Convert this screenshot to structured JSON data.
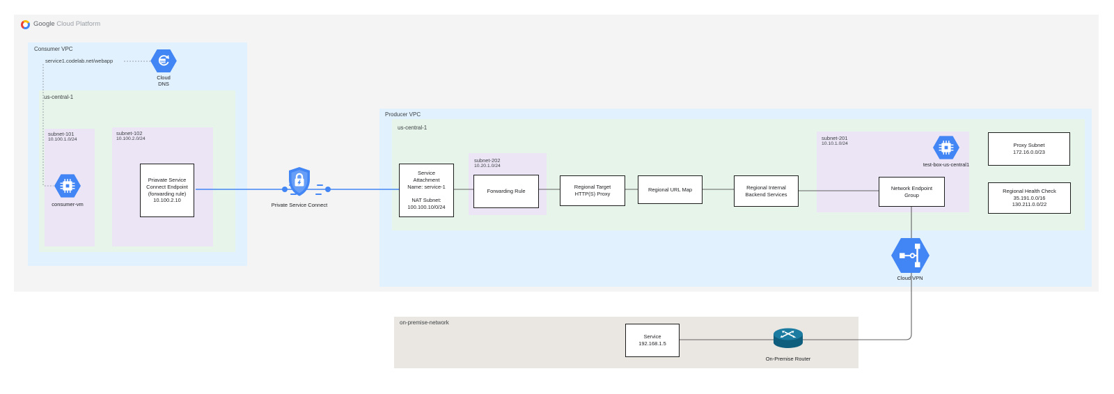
{
  "header": {
    "brand": "Google",
    "brand_secondary": "Cloud Platform"
  },
  "consumer_vpc": {
    "title": "Consumer VPC",
    "dns_record": "service1.codelab.net/webapp",
    "cloud_dns_label": "Cloud\nDNS",
    "region": {
      "title": "us-central-1",
      "subnet_101": {
        "name": "subnet-101",
        "cidr": "10.100.1.0/24",
        "vm_label": "consumer-vm"
      },
      "subnet_102": {
        "name": "subnet-102",
        "cidr": "10.100.2.0/24",
        "endpoint_box": "Priavate Service\nConnect Endpoint\n(forwarding rule)\n10.100.2.10"
      }
    }
  },
  "psc": {
    "label": "Private Service Connect"
  },
  "producer_vpc": {
    "title": "Producer VPC",
    "region": {
      "title": "us-central-1",
      "service_attachment_box": "Service\nAttachment\nName: service-1\n\nNAT Subnet:\n100.100.10/0/24",
      "subnet_202": {
        "name": "subnet-202",
        "cidr": "10.20.1.0/24",
        "forwarding_rule_box": "Forwarding Rule"
      },
      "target_proxy_box": "Regional Target\nHTTP(S) Proxy",
      "url_map_box": "Regional URL Map",
      "backend_box": "Regional Internal\nBackend Services",
      "subnet_201": {
        "name": "subnet-201",
        "cidr": "10.10.1.0/24",
        "vm_label": "test-box-us-central1",
        "neg_box": "Network Endpoint\nGroup"
      },
      "proxy_subnet_box": "Proxy Subnet\n172.16.0.0/23",
      "health_check_box": "Regional Health Check\n35.191.0.0/16\n130.211.0.0/22"
    },
    "cloud_vpn_label": "Cloud VPN"
  },
  "on_premise": {
    "title": "on-premise-network",
    "service_box": "Service\n192.168.1.5",
    "router_label": "On-Premise Router"
  },
  "colors": {
    "canvas_gray": "#f4f4f4",
    "vpc_blue": "#e1f1fd",
    "region_green": "#e7f4ea",
    "subnet_lavender": "#ece5f6",
    "onprem_beige": "#eae7e2",
    "google_blue": "#4285f4",
    "connector_gray": "#616161",
    "router_teal": "#15718f"
  }
}
